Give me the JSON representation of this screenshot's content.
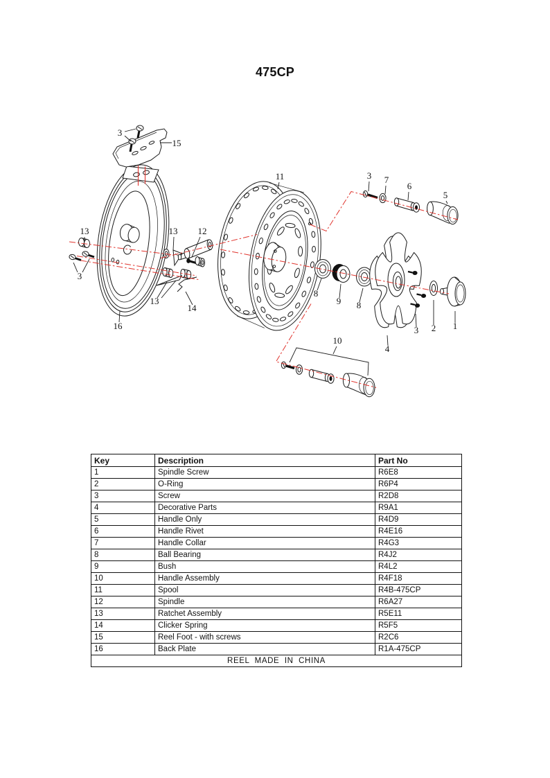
{
  "title": "475CP",
  "table": {
    "headers": [
      "Key",
      "Description",
      "Part No"
    ],
    "rows": [
      [
        "1",
        "Spindle Screw",
        "R6E8"
      ],
      [
        "2",
        "O-Ring",
        "R6P4"
      ],
      [
        "3",
        "Screw",
        "R2D8"
      ],
      [
        "4",
        "Decorative Parts",
        "R9A1"
      ],
      [
        "5",
        "Handle Only",
        "R4D9"
      ],
      [
        "6",
        "Handle Rivet",
        "R4E16"
      ],
      [
        "7",
        "Handle Collar",
        "R4G3"
      ],
      [
        "8",
        "Ball Bearing",
        "R4J2"
      ],
      [
        "9",
        "Bush",
        "R4L2"
      ],
      [
        "10",
        "Handle Assembly",
        "R4F18"
      ],
      [
        "11",
        "Spool",
        "R4B-475CP"
      ],
      [
        "12",
        "Spindle",
        "R6A27"
      ],
      [
        "13",
        "Ratchet Assembly",
        "R5E11"
      ],
      [
        "14",
        "Clicker Spring",
        "R5F5"
      ],
      [
        "15",
        "Reel Foot - with screws",
        "R2C6"
      ],
      [
        "16",
        "Back Plate",
        "R1A-475CP"
      ]
    ],
    "footer": "REEL  MADE  IN  CHINA"
  },
  "diagram": {
    "colors": {
      "axis_red": "#e0332c",
      "line_black": "#1a1a1a"
    },
    "labels": [
      {
        "part": "screw",
        "text": "3"
      },
      {
        "part": "reel-foot",
        "text": "15"
      },
      {
        "part": "spool",
        "text": "11"
      },
      {
        "part": "screw",
        "text": "3"
      },
      {
        "part": "handle-collar",
        "text": "7"
      },
      {
        "part": "handle-rivet",
        "text": "6"
      },
      {
        "part": "handle-only",
        "text": "5"
      },
      {
        "part": "ratchet-assembly",
        "text": "13"
      },
      {
        "part": "ratchet-assembly",
        "text": "13"
      },
      {
        "part": "spindle",
        "text": "12"
      },
      {
        "part": "screw",
        "text": "3"
      },
      {
        "part": "ratchet-assembly",
        "text": "13"
      },
      {
        "part": "clicker-spring",
        "text": "14"
      },
      {
        "part": "back-plate",
        "text": "16"
      },
      {
        "part": "ball-bearing",
        "text": "8"
      },
      {
        "part": "bush",
        "text": "9"
      },
      {
        "part": "ball-bearing",
        "text": "8"
      },
      {
        "part": "decorative-parts",
        "text": "4"
      },
      {
        "part": "screw",
        "text": "3"
      },
      {
        "part": "o-ring",
        "text": "2"
      },
      {
        "part": "spindle-screw",
        "text": "1"
      },
      {
        "part": "handle-assembly",
        "text": "10"
      }
    ]
  }
}
